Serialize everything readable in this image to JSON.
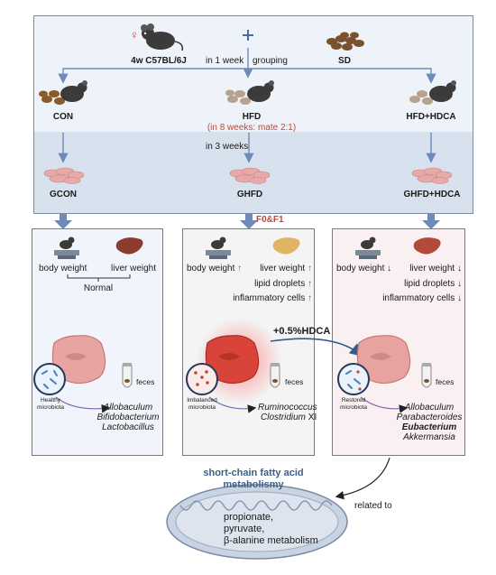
{
  "header": {
    "female_symbol": "♀",
    "mouse_label": "4w C57BL/6J",
    "plus": "+",
    "diet_label": "SD",
    "week1_label": "in 1 week",
    "grouping_label": "grouping"
  },
  "groups": {
    "con": "CON",
    "hfd": "HFD",
    "hfd_note": "(in 8 weeks: mate 2:1)",
    "hfd_hdca": "HFD+HDCA"
  },
  "offspring": {
    "weeks_label": "in 3  weeks",
    "gcon": "GCON",
    "ghfd": "GHFD",
    "ghfd_hdca": "GHFD+HDCA",
    "generation_label": "F0&F1"
  },
  "panel_normal": {
    "body_weight": "body weight",
    "liver_weight": "liver weight",
    "result": "Normal",
    "microbiota": "Healthy microbiota",
    "feces": "feces",
    "bacteria": [
      "Allobaculum",
      "Bifidobacterium",
      "Lactobacillus"
    ]
  },
  "panel_hfd": {
    "body_weight": "body weight",
    "liver_weight": "liver weight",
    "lipid_droplets": "lipid droplets",
    "inflammatory_cells": "inflammatory cells",
    "trend_symbol": "↑",
    "microbiota": "Imbalanced microbiota",
    "feces": "feces",
    "bacteria_1": "Ruminococcus",
    "bacteria_2_italic": "Clostridium",
    "bacteria_2_suffix": " XI"
  },
  "panel_hdca": {
    "body_weight": "body weight",
    "liver_weight": "liver weight",
    "lipid_droplets": "lipid droplets",
    "inflammatory_cells": "inflammatory cells",
    "trend_symbol": "↓",
    "microbiota": "Restored microbiota",
    "feces": "feces",
    "bacteria": [
      "Allobaculum",
      "Parabacteroides",
      "Eubacterium",
      "Akkermansia"
    ]
  },
  "treatment_label": "+0.5%HDCA",
  "metabolism": {
    "title_line1": "short-chain fatty acid",
    "title_line2": "metabolismy",
    "related_label": "related to",
    "pathways": [
      "propionate,",
      "pyruvate,",
      "β-alanine metabolism"
    ]
  },
  "colors": {
    "panel_border": "#7d8aa0",
    "arrow_blue": "#6d8ab8",
    "accent_red": "#c0463a",
    "title_blue": "#3d5f8a"
  }
}
